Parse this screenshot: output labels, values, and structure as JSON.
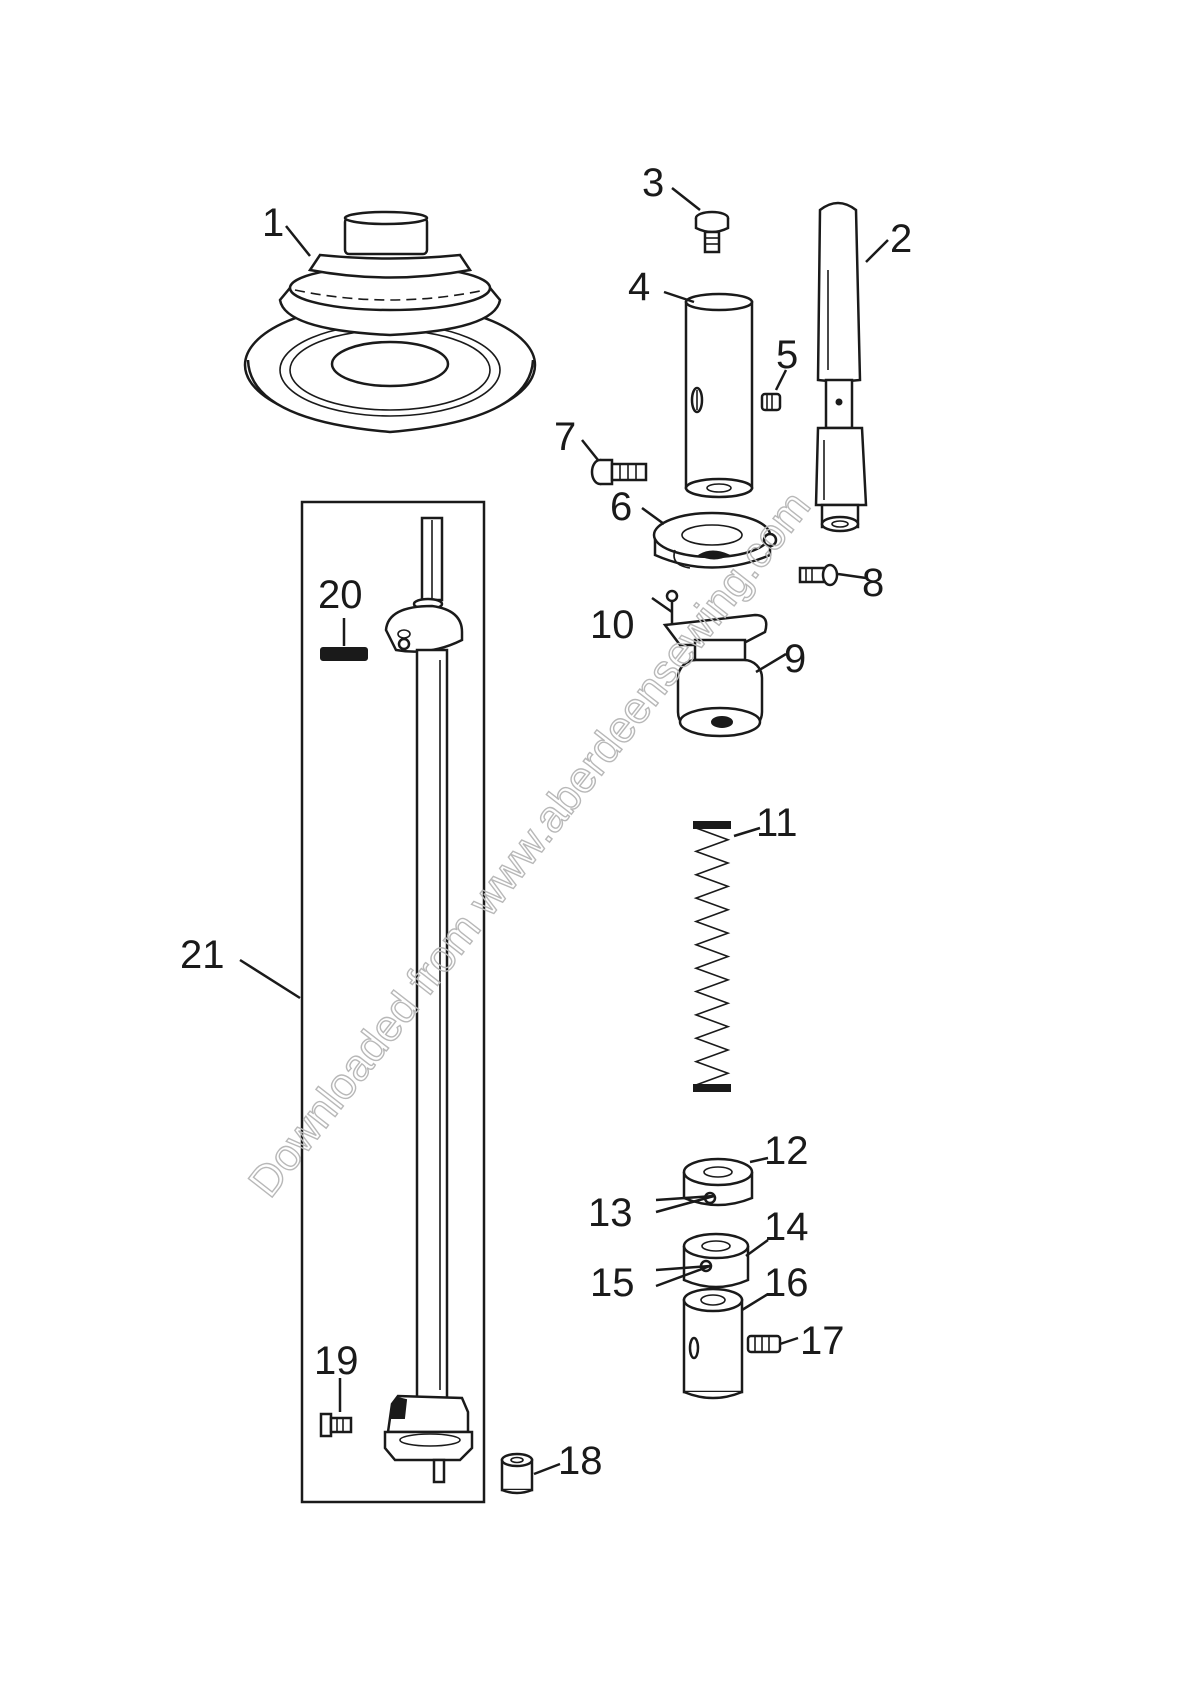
{
  "watermark": "Downloaded from www.aberdeensewing.com",
  "parts": [
    {
      "id": "p1",
      "label": "1"
    },
    {
      "id": "p2",
      "label": "2"
    },
    {
      "id": "p3",
      "label": "3"
    },
    {
      "id": "p4",
      "label": "4"
    },
    {
      "id": "p5",
      "label": "5"
    },
    {
      "id": "p6",
      "label": "6"
    },
    {
      "id": "p7",
      "label": "7"
    },
    {
      "id": "p8",
      "label": "8"
    },
    {
      "id": "p9",
      "label": "9"
    },
    {
      "id": "p10",
      "label": "10"
    },
    {
      "id": "p11",
      "label": "11"
    },
    {
      "id": "p12",
      "label": "12"
    },
    {
      "id": "p13",
      "label": "13"
    },
    {
      "id": "p14",
      "label": "14"
    },
    {
      "id": "p15",
      "label": "15"
    },
    {
      "id": "p16",
      "label": "16"
    },
    {
      "id": "p17",
      "label": "17"
    },
    {
      "id": "p18",
      "label": "18"
    },
    {
      "id": "p19",
      "label": "19"
    },
    {
      "id": "p20",
      "label": "20"
    },
    {
      "id": "p21",
      "label": "21"
    }
  ]
}
